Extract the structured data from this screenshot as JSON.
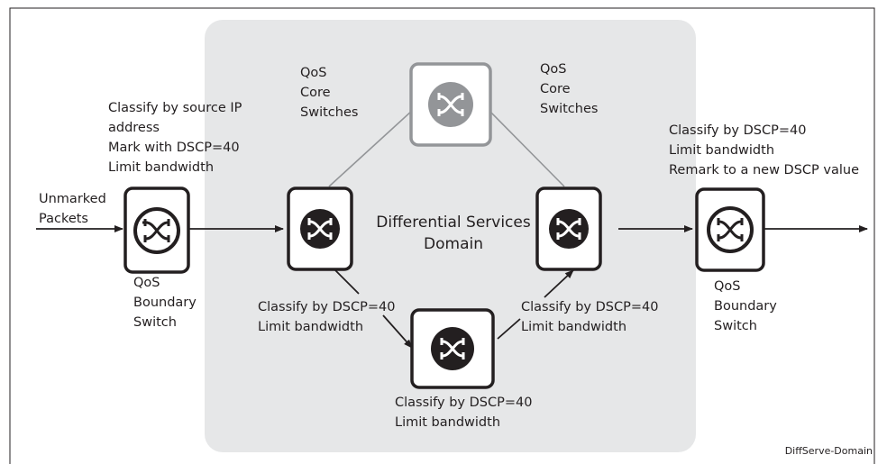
{
  "domain_label": [
    "Differential Services",
    "Domain"
  ],
  "input_label": [
    "Unmarked",
    "Packets"
  ],
  "left_boundary": {
    "rules": [
      "Classify by source IP",
      "address",
      "Mark with DSCP=40",
      "Limit bandwidth"
    ],
    "name": [
      "QoS",
      "Boundary",
      "Switch"
    ]
  },
  "right_boundary": {
    "rules": [
      "Classify by DSCP=40",
      "Limit bandwidth",
      "Remark to a new DSCP value"
    ],
    "name": [
      "QoS",
      "Boundary",
      "Switch"
    ]
  },
  "core_label_left": [
    "QoS",
    "Core",
    "Switches"
  ],
  "core_label_right": [
    "QoS",
    "Core",
    "Switches"
  ],
  "rule_lower_left": [
    "Classify by DSCP=40",
    "Limit bandwidth"
  ],
  "rule_lower_right": [
    "Classify by DSCP=40",
    "Limit bandwidth"
  ],
  "rule_bottom": [
    "Classify by DSCP=40",
    "Limit bandwidth"
  ],
  "caption": "DiffServe-Domain",
  "colors": {
    "domain_bg": "#e6e7e8",
    "switch_dark": "#231f20",
    "switch_gray": "#939598",
    "line_gray": "#939598"
  }
}
